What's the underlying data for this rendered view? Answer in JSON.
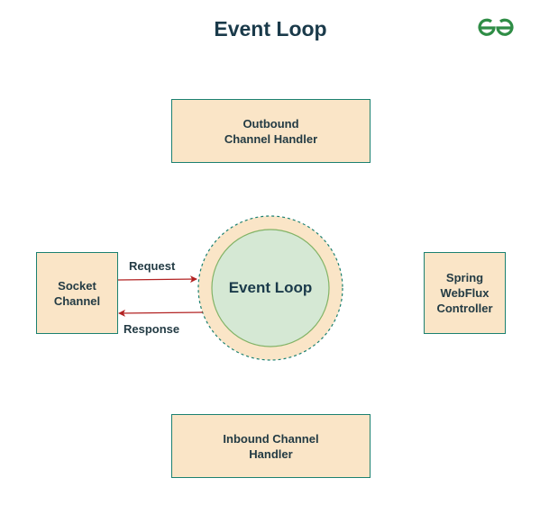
{
  "title": "Event Loop",
  "logo": {
    "icon": "geeksforgeeks-logo-icon",
    "color": "#2f8d46"
  },
  "center": {
    "label": "Event Loop",
    "outer_fill": "#fae5c7",
    "inner_fill": "#d5e8d4"
  },
  "boxes": {
    "outbound": "Outbound\nChannel Handler",
    "inbound": "Inbound Channel\nHandler",
    "socket": "Socket\nChannel",
    "spring": "Spring\nWebFlux\nController"
  },
  "edges": {
    "request": {
      "label": "Request",
      "from": "Socket Channel",
      "to": "Event Loop"
    },
    "response": {
      "label": "Response",
      "from": "Event Loop",
      "to": "Socket Channel"
    }
  },
  "colors": {
    "box_fill": "#fae5c7",
    "box_border": "#1b8070",
    "arrow": "#b22222"
  }
}
